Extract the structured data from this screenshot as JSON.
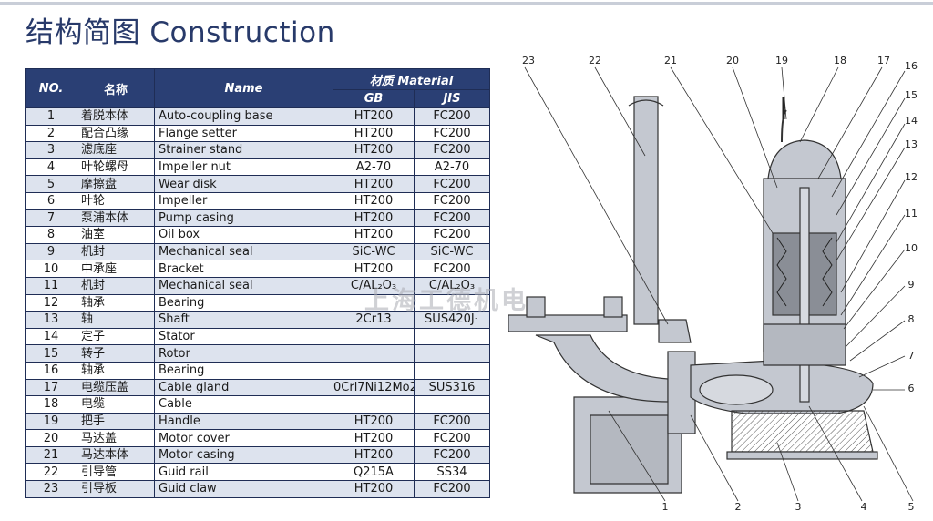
{
  "header": {
    "title": "结构简图 Construction"
  },
  "table": {
    "headers": {
      "no": "NO.",
      "cn_name": "名称",
      "name": "Name",
      "material": "材质 Material",
      "gb": "GB",
      "jis": "JIS"
    },
    "rows": [
      {
        "no": "1",
        "cn": "着脱本体",
        "en": "Auto-coupling base",
        "gb": "HT200",
        "jis": "FC200"
      },
      {
        "no": "2",
        "cn": "配合凸缘",
        "en": "Flange setter",
        "gb": "HT200",
        "jis": "FC200"
      },
      {
        "no": "3",
        "cn": "滤底座",
        "en": "Strainer stand",
        "gb": "HT200",
        "jis": "FC200"
      },
      {
        "no": "4",
        "cn": "叶轮螺母",
        "en": "Impeller nut",
        "gb": "A2-70",
        "jis": "A2-70"
      },
      {
        "no": "5",
        "cn": "摩擦盘",
        "en": "Wear disk",
        "gb": "HT200",
        "jis": "FC200"
      },
      {
        "no": "6",
        "cn": "叶轮",
        "en": "Impeller",
        "gb": "HT200",
        "jis": "FC200"
      },
      {
        "no": "7",
        "cn": "泵浦本体",
        "en": "Pump casing",
        "gb": "HT200",
        "jis": "FC200"
      },
      {
        "no": "8",
        "cn": "油室",
        "en": "Oil box",
        "gb": "HT200",
        "jis": "FC200"
      },
      {
        "no": "9",
        "cn": "机封",
        "en": "Mechanical seal",
        "gb": "SiC-WC",
        "jis": "SiC-WC"
      },
      {
        "no": "10",
        "cn": "中承座",
        "en": "Bracket",
        "gb": "HT200",
        "jis": "FC200"
      },
      {
        "no": "11",
        "cn": "机封",
        "en": "Mechanical seal",
        "gb": "C/AL₂O₃",
        "jis": "C/AL₂O₃"
      },
      {
        "no": "12",
        "cn": "轴承",
        "en": "Bearing",
        "gb": "",
        "jis": ""
      },
      {
        "no": "13",
        "cn": "轴",
        "en": "Shaft",
        "gb": "2Cr13",
        "jis": "SUS420J₁"
      },
      {
        "no": "14",
        "cn": "定子",
        "en": "Stator",
        "gb": "",
        "jis": ""
      },
      {
        "no": "15",
        "cn": "转子",
        "en": "Rotor",
        "gb": "",
        "jis": ""
      },
      {
        "no": "16",
        "cn": "轴承",
        "en": "Bearing",
        "gb": "",
        "jis": ""
      },
      {
        "no": "17",
        "cn": "电缆压盖",
        "en": "Cable gland",
        "gb": "0Crl7Ni12Mo2",
        "jis": "SUS316"
      },
      {
        "no": "18",
        "cn": "电缆",
        "en": "Cable",
        "gb": "",
        "jis": ""
      },
      {
        "no": "19",
        "cn": "把手",
        "en": "Handle",
        "gb": "HT200",
        "jis": "FC200"
      },
      {
        "no": "20",
        "cn": "马达盖",
        "en": "Motor cover",
        "gb": "HT200",
        "jis": "FC200"
      },
      {
        "no": "21",
        "cn": "马达本体",
        "en": "Motor casing",
        "gb": "HT200",
        "jis": "FC200"
      },
      {
        "no": "22",
        "cn": "引导管",
        "en": "Guid rail",
        "gb": "Q215A",
        "jis": "SS34"
      },
      {
        "no": "23",
        "cn": "引导板",
        "en": "Guid claw",
        "gb": "HT200",
        "jis": "FC200"
      }
    ]
  },
  "figure": {
    "callouts": [
      "1",
      "2",
      "3",
      "4",
      "5",
      "6",
      "7",
      "8",
      "9",
      "10",
      "11",
      "12",
      "13",
      "14",
      "15",
      "16",
      "17",
      "18",
      "19",
      "20",
      "21",
      "22",
      "23"
    ]
  },
  "watermark": "上海工德机电",
  "colors": {
    "header_bg": "#2a3f74",
    "row_shade": "#dde3ee",
    "title": "#283a6a",
    "drawing_fill": "#c4c8d0"
  }
}
